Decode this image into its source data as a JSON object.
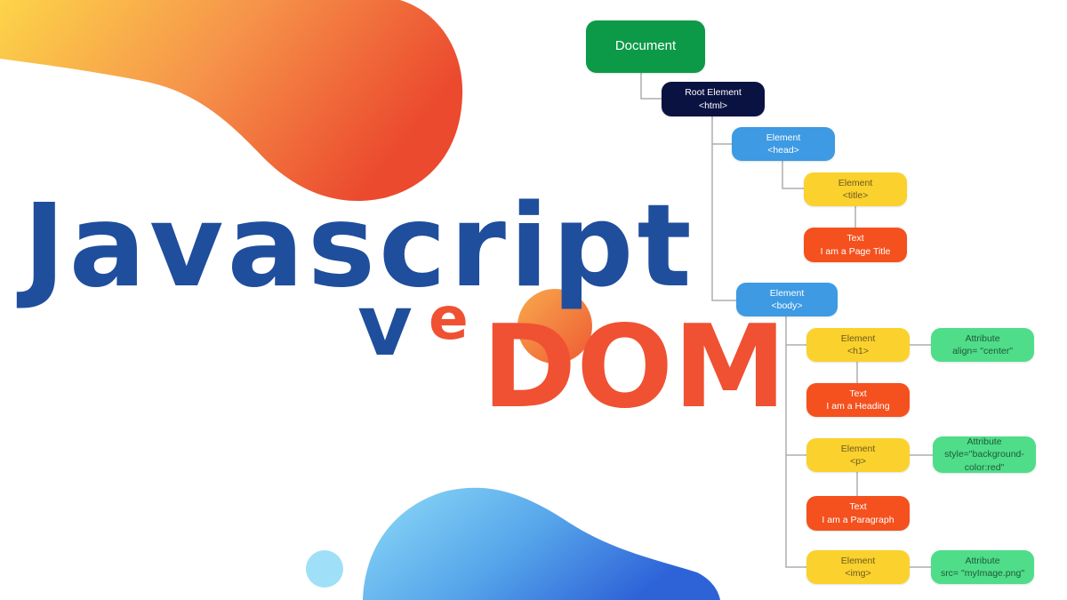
{
  "colors": {
    "title_blue": "#1f4e9c",
    "title_orange": "#ef5132",
    "document": "#0c9a48",
    "root": "#0a1242",
    "element_blue": "#3d9ae3",
    "element_yellow": "#fbd12d",
    "text_red": "#f4511e",
    "attribute_green": "#4fdd8a"
  },
  "title": {
    "line1": "Javascript",
    "connector_v": "v",
    "connector_e": "e",
    "line2": "DOM"
  },
  "tree": {
    "document": {
      "label": "Document"
    },
    "root": {
      "line1": "Root Element",
      "line2": "<html>"
    },
    "head": {
      "line1": "Element",
      "line2": "<head>"
    },
    "title_el": {
      "line1": "Element",
      "line2": "<title>"
    },
    "title_text": {
      "line1": "Text",
      "line2": "I am a Page Title"
    },
    "body": {
      "line1": "Element",
      "line2": "<body>"
    },
    "h1": {
      "line1": "Element",
      "line2": "<h1>"
    },
    "h1_attr": {
      "line1": "Attribute",
      "line2": "align= \"center\""
    },
    "h1_text": {
      "line1": "Text",
      "line2": "I am a Heading"
    },
    "p": {
      "line1": "Element",
      "line2": "<p>"
    },
    "p_attr": {
      "line1": "Attribute",
      "line2": "style=\"background-",
      "line3": "color:red\""
    },
    "p_text": {
      "line1": "Text",
      "line2": "I am a Paragraph"
    },
    "img": {
      "line1": "Element",
      "line2": "<img>"
    },
    "img_attr": {
      "line1": "Attribute",
      "line2": "src= \"myImage.png\""
    }
  }
}
